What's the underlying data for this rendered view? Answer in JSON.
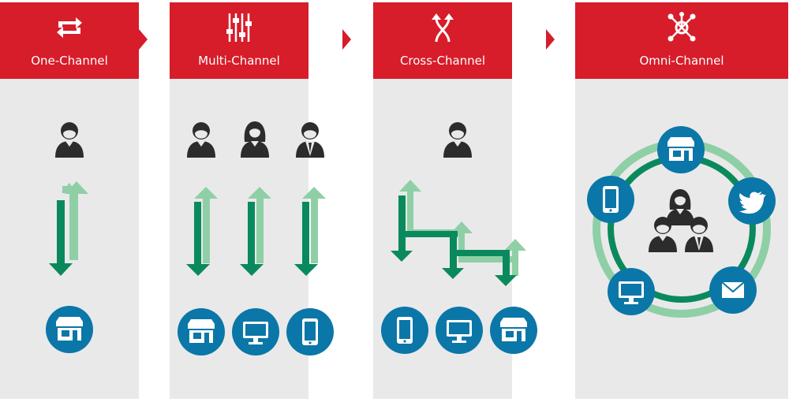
{
  "colors": {
    "header": "#d71c2a",
    "panel": "#e9e9ea",
    "person": "#2c2c2c",
    "channel_circle": "#0a77a8",
    "arrow_dark": "#0a8a5c",
    "arrow_light": "#8fcfa6"
  },
  "stages": [
    {
      "title": "One-Channel",
      "icon": "repeat-icon",
      "customers": [
        "person-icon"
      ],
      "channels": [
        "store-icon"
      ]
    },
    {
      "title": "Multi-Channel",
      "icon": "sliders-icon",
      "customers": [
        "person-icon",
        "woman-icon",
        "businessman-icon"
      ],
      "channels": [
        "store-icon",
        "monitor-icon",
        "tablet-icon"
      ]
    },
    {
      "title": "Cross-Channel",
      "icon": "crossing-arrows-icon",
      "customers": [
        "person-icon"
      ],
      "channels": [
        "tablet-icon",
        "monitor-icon",
        "store-icon"
      ]
    },
    {
      "title": "Omni-Channel",
      "icon": "network-hub-icon",
      "customers": [
        "woman-icon",
        "person-icon",
        "businessman-icon"
      ],
      "channels": [
        "store-icon",
        "twitter-icon",
        "mail-icon",
        "monitor-icon",
        "tablet-icon"
      ]
    }
  ]
}
